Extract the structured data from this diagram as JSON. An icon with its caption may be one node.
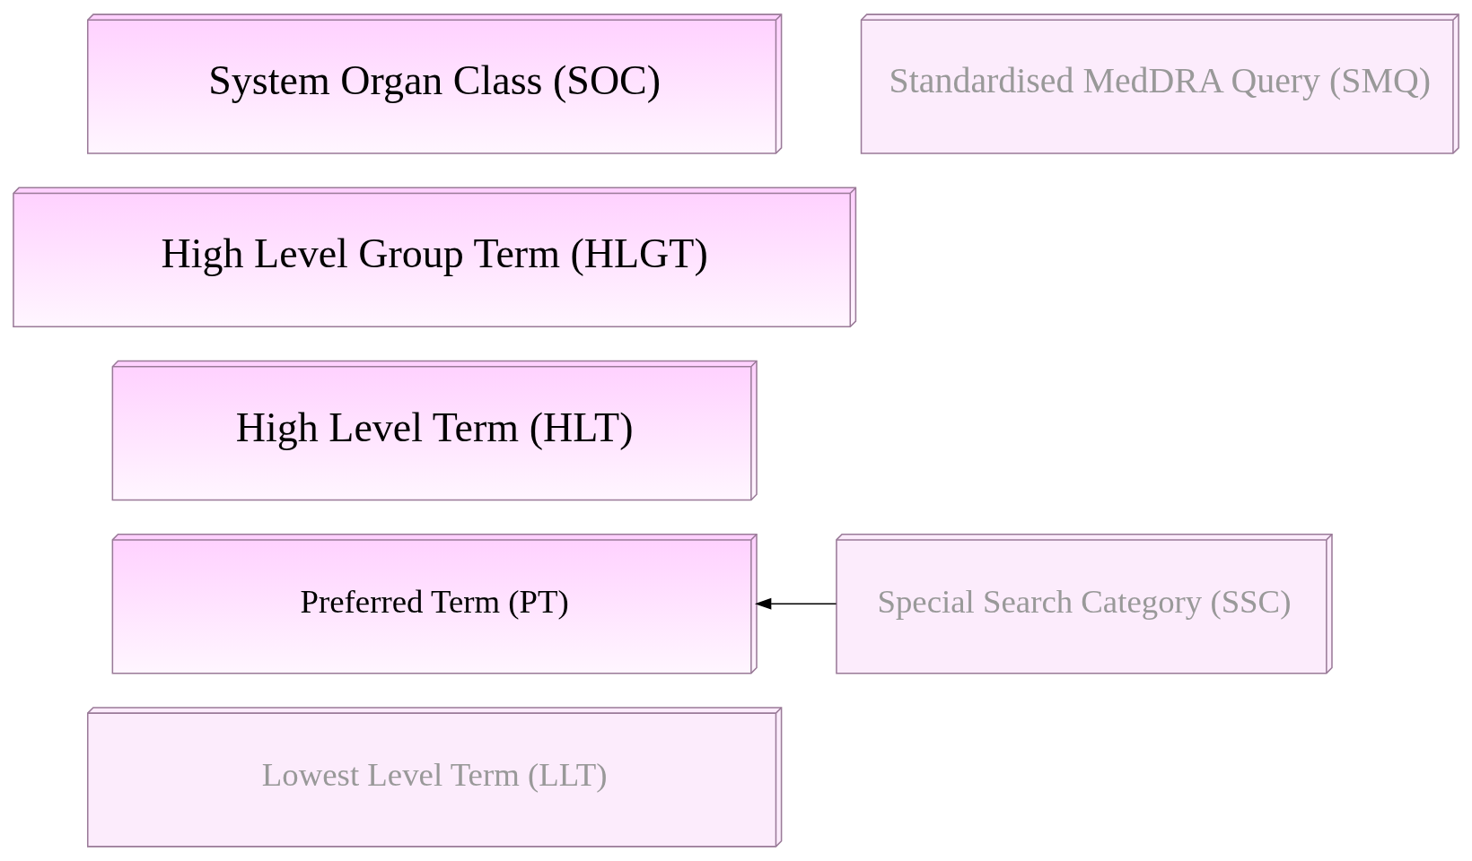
{
  "diagram": {
    "nodes": [
      {
        "text": [
          "System Organ Class (SOC)"
        ]
      },
      {
        "text": [
          "High Level Group Term (HLGT)"
        ]
      },
      {
        "text": [
          "High Level Term (HLT)"
        ]
      },
      {
        "text": [
          "Preferred Term (PT)"
        ]
      },
      {
        "text": [
          "Lowest Level Term (LLT)"
        ]
      },
      {
        "text": [
          "Standardised MedDRA Query (SMQ)"
        ]
      },
      {
        "text": [
          "Special Search Category (SSC)"
        ]
      }
    ],
    "edges": [
      {
        "from": 6,
        "to": 3,
        "arrow": "to"
      }
    ]
  }
}
